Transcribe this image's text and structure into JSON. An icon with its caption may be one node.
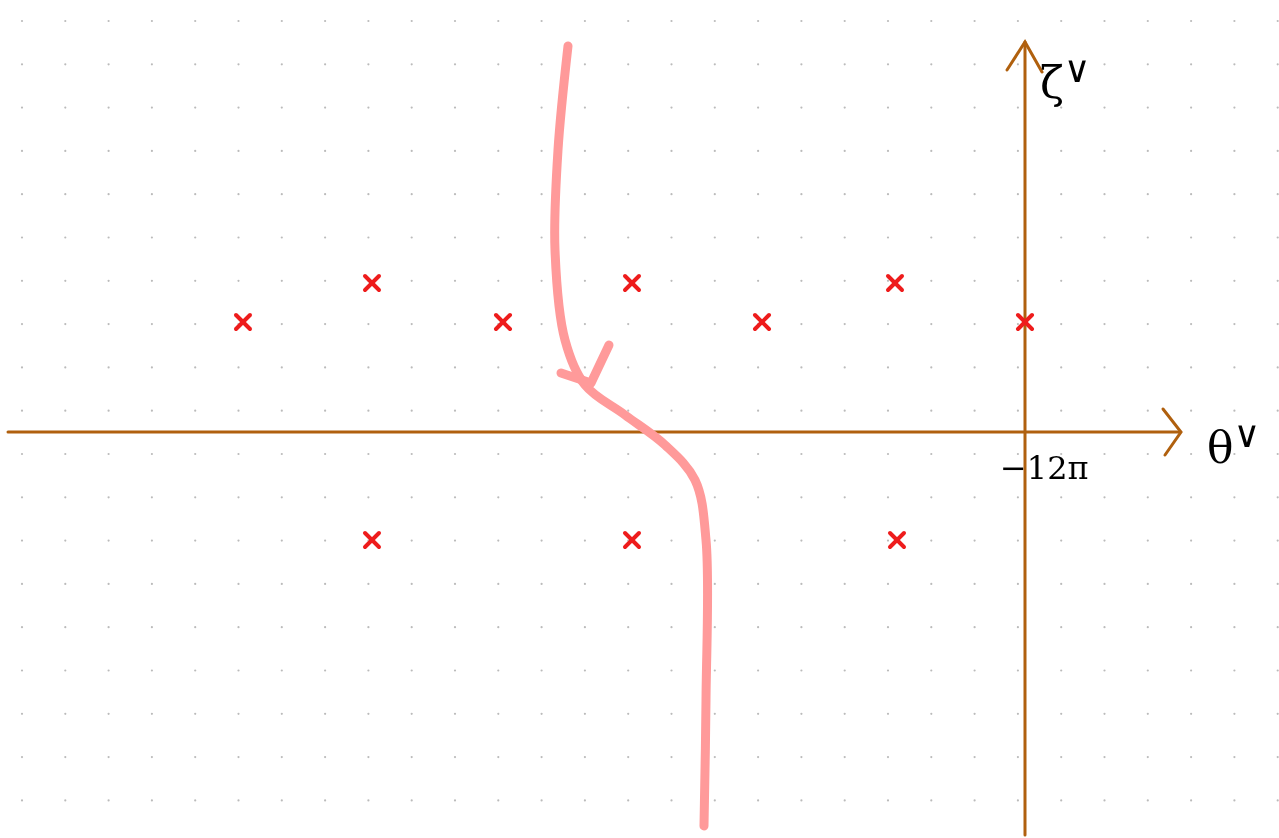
{
  "diagram": {
    "labels": [
      "ζ$^{∨}$",
      "θ$^{∨}$",
      "−12π"
    ]
  }
}
